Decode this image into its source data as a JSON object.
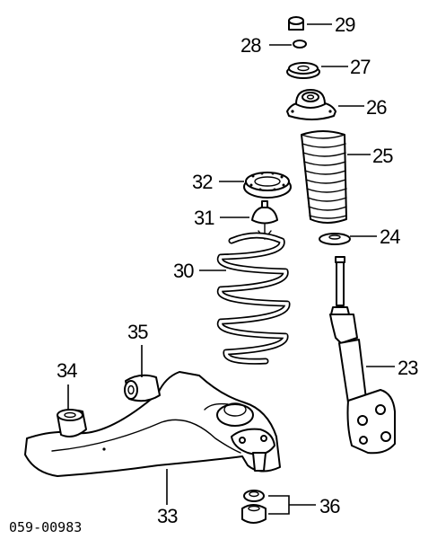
{
  "diagram": {
    "doc_id": "059-00983",
    "callouts": {
      "p23": "23",
      "p24": "24",
      "p25": "25",
      "p26": "26",
      "p27": "27",
      "p28": "28",
      "p29": "29",
      "p30": "30",
      "p31": "31",
      "p32": "32",
      "p33": "33",
      "p34": "34",
      "p35": "35",
      "p36": "36"
    }
  }
}
